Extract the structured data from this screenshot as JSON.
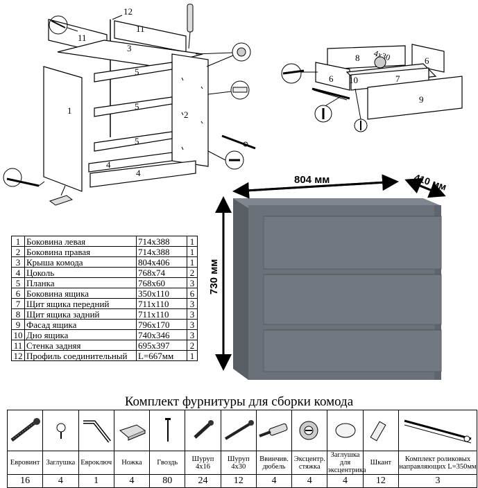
{
  "diagram": {
    "frame_labels": {
      "p1": "1",
      "p2": "2",
      "p3": "3",
      "p4a": "4",
      "p4b": "4",
      "p5a": "5",
      "p5b": "5",
      "p5c": "5",
      "p11a": "11",
      "p11b": "11",
      "p12": "12"
    },
    "drawer_labels": {
      "p6a": "6",
      "p6b": "6",
      "p7": "7",
      "p8": "8",
      "p9": "9",
      "p10": "10",
      "screw": "4x30"
    },
    "dimensions": {
      "width": "804 мм",
      "depth": "410 мм",
      "height": "730 мм"
    }
  },
  "parts": [
    {
      "num": "1",
      "name": "Боковина левая",
      "size": "714x388",
      "qty": "1"
    },
    {
      "num": "2",
      "name": "Боковина правая",
      "size": "714x388",
      "qty": "1"
    },
    {
      "num": "3",
      "name": "Крыша комода",
      "size": "804x406",
      "qty": "1"
    },
    {
      "num": "4",
      "name": "Цоколь",
      "size": "768x74",
      "qty": "2"
    },
    {
      "num": "5",
      "name": "Планка",
      "size": "768x60",
      "qty": "3"
    },
    {
      "num": "6",
      "name": "Боковина ящика",
      "size": "350x110",
      "qty": "6"
    },
    {
      "num": "7",
      "name": "Щит ящика передний",
      "size": "711x110",
      "qty": "3"
    },
    {
      "num": "8",
      "name": "Щит ящика задний",
      "size": "711x110",
      "qty": "3"
    },
    {
      "num": "9",
      "name": "Фасад ящика",
      "size": "796x170",
      "qty": "3"
    },
    {
      "num": "10",
      "name": "Дно ящика",
      "size": "740x346",
      "qty": "3"
    },
    {
      "num": "11",
      "name": "Стенка задняя",
      "size": "695x397",
      "qty": "2"
    },
    {
      "num": "12",
      "name": "Профиль соединительный",
      "size": "L=667мм",
      "qty": "1"
    }
  ],
  "hardware": {
    "title": "Комплект фурнитуры для сборки комода",
    "items": [
      {
        "icon": "euro-screw-icon",
        "label": "Евровинт",
        "count": "16"
      },
      {
        "icon": "cap-icon",
        "label": "Заглушка",
        "count": "4"
      },
      {
        "icon": "hex-key-icon",
        "label": "Евроключ",
        "count": "1"
      },
      {
        "icon": "foot-icon",
        "label": "Ножка",
        "count": "4"
      },
      {
        "icon": "nail-icon",
        "label": "Гвоздь",
        "count": "80"
      },
      {
        "icon": "screw-small-icon",
        "label": "Шуруп 4x16",
        "count": "24"
      },
      {
        "icon": "screw-long-icon",
        "label": "Шуруп 4x30",
        "count": "12"
      },
      {
        "icon": "dowel-screw-icon",
        "label": "Ввинчив. дюбель",
        "count": "4"
      },
      {
        "icon": "cam-lock-icon",
        "label": "Эксцентр. стяжка",
        "count": "4"
      },
      {
        "icon": "cam-cap-icon",
        "label": "Заглушка для эксцентрика",
        "count": "4"
      },
      {
        "icon": "wood-dowel-icon",
        "label": "Шкант",
        "count": "12"
      },
      {
        "icon": "roller-rail-icon",
        "label": "Комплект роликовых направляющих L=350мм",
        "count": "3"
      }
    ]
  },
  "colors": {
    "dresser_front": "#6b7178",
    "dresser_side": "#5a5f66",
    "dresser_top": "#80868d"
  }
}
